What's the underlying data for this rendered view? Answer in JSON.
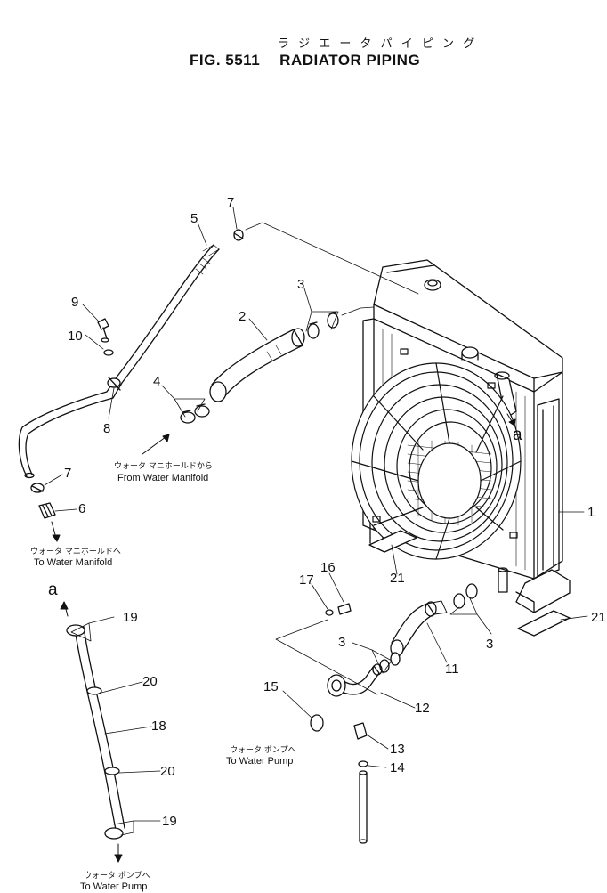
{
  "title": {
    "japanese": "ラ ジ エ ー タ パ イ ピ ン グ",
    "fig_number": "FIG. 5511",
    "name": "RADIATOR PIPING"
  },
  "callouts": [
    "1",
    "2",
    "3",
    "3",
    "3",
    "4",
    "5",
    "6",
    "7",
    "7",
    "8",
    "9",
    "10",
    "11",
    "12",
    "13",
    "14",
    "15",
    "16",
    "17",
    "18",
    "19",
    "19",
    "20",
    "20",
    "21",
    "21"
  ],
  "reference_marks": [
    "a",
    "a"
  ],
  "annotations": {
    "from_water_manifold": {
      "jp": "ウォータ マニホールドから",
      "en": "From Water Manifold"
    },
    "to_water_manifold": {
      "jp": "ウォータ マニホールドへ",
      "en": "To Water Manifold"
    },
    "to_water_pump_center": {
      "jp": "ウォータ ポンプへ",
      "en": "To Water Pump"
    },
    "to_water_pump_bottom": {
      "jp": "ウォータ ポンプへ",
      "en": "To Water Pump"
    }
  }
}
